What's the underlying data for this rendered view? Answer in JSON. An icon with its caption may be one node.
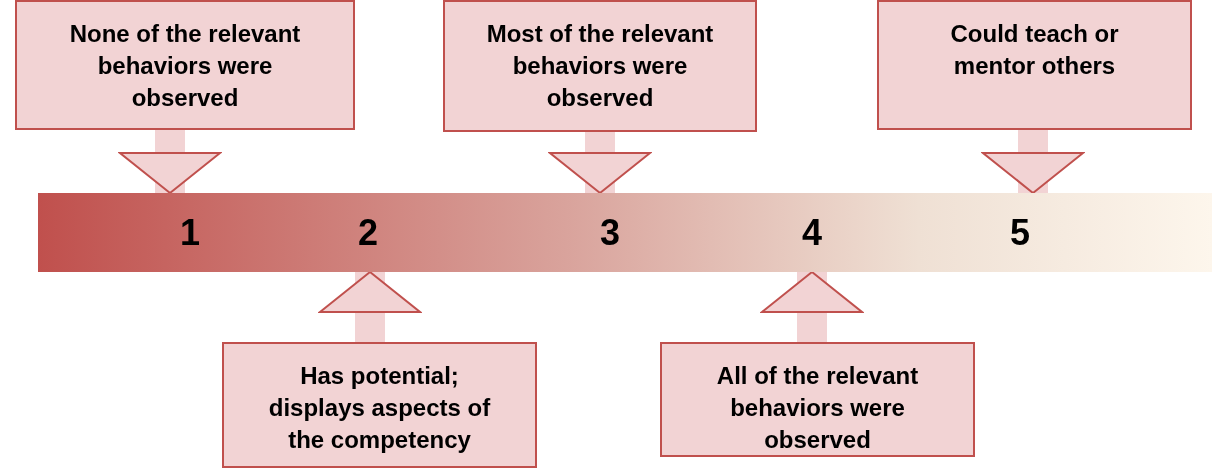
{
  "diagram": {
    "nodes": [
      {
        "text": [
          "1",
          "2",
          "3",
          "4",
          "5"
        ]
      },
      {
        "text": [
          "None of the relevant behaviors were observed"
        ]
      },
      {
        "text": [
          "Most of the relevant behaviors were observed"
        ]
      },
      {
        "text": [
          "Could teach or mentor others"
        ]
      },
      {
        "text": [
          "Has potential; displays aspects of the competency"
        ]
      },
      {
        "text": [
          "All of the relevant behaviors were observed"
        ]
      }
    ],
    "edges": [
      {
        "from": 1,
        "to": 0,
        "arrow": "to"
      },
      {
        "from": 2,
        "to": 0,
        "arrow": "to"
      },
      {
        "from": 3,
        "to": 0,
        "arrow": "to"
      },
      {
        "from": 4,
        "to": 0,
        "arrow": "to"
      },
      {
        "from": 5,
        "to": 0,
        "arrow": "to"
      }
    ]
  }
}
